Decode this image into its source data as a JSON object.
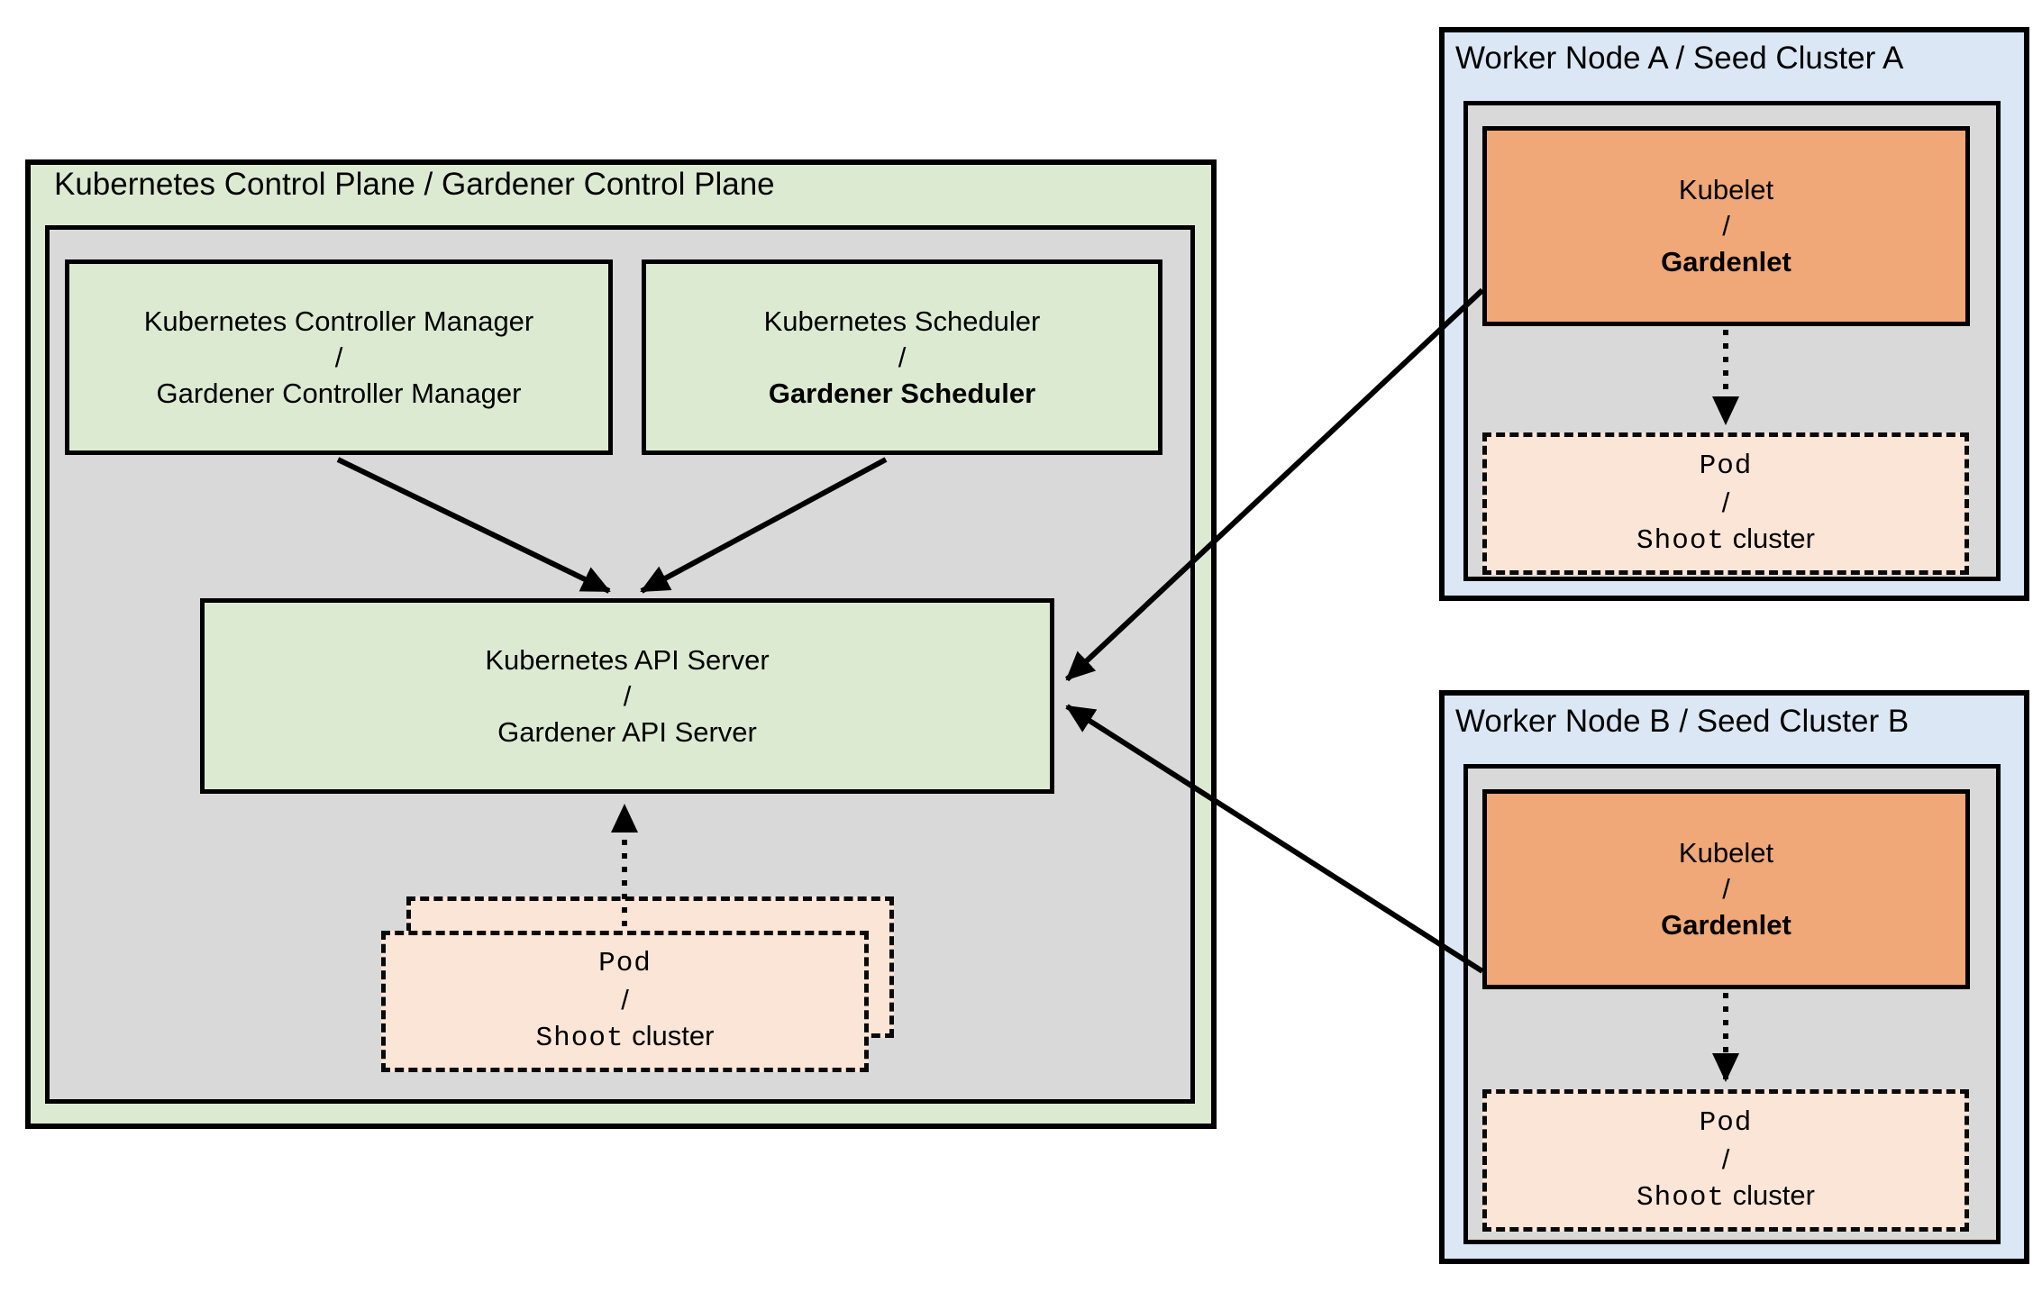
{
  "palette": {
    "green": "#dcead2",
    "gray": "#d9d9d9",
    "blue": "#dbe7f4",
    "orange": "#f0a878",
    "peach": "#fbe5d6",
    "border": "#000000",
    "canvas": "#ffffff"
  },
  "control_plane": {
    "title": "Kubernetes Control Plane / Gardener Control Plane",
    "controller_manager": {
      "line1": "Kubernetes Controller Manager",
      "line2": "/",
      "line3": "Gardener Controller Manager"
    },
    "scheduler": {
      "line1": "Kubernetes Scheduler",
      "line2": "/",
      "line3": "Gardener Scheduler"
    },
    "api_server": {
      "line1": "Kubernetes API Server",
      "line2": "/",
      "line3": "Gardener API Server"
    },
    "pod": {
      "line1": "Pod",
      "line2": "/",
      "line3_mono": "Shoot",
      "line3_sans": "cluster"
    }
  },
  "workers": [
    {
      "title": "Worker Node A / Seed Cluster A",
      "kubelet": {
        "line1": "Kubelet",
        "line2": "/",
        "line3": "Gardenlet"
      },
      "pod": {
        "line1": "Pod",
        "line2": "/",
        "line3_mono": "Shoot",
        "line3_sans": "cluster"
      }
    },
    {
      "title": "Worker Node B / Seed Cluster B",
      "kubelet": {
        "line1": "Kubelet",
        "line2": "/",
        "line3": "Gardenlet"
      },
      "pod": {
        "line1": "Pod",
        "line2": "/",
        "line3_mono": "Shoot",
        "line3_sans": "cluster"
      }
    }
  ]
}
